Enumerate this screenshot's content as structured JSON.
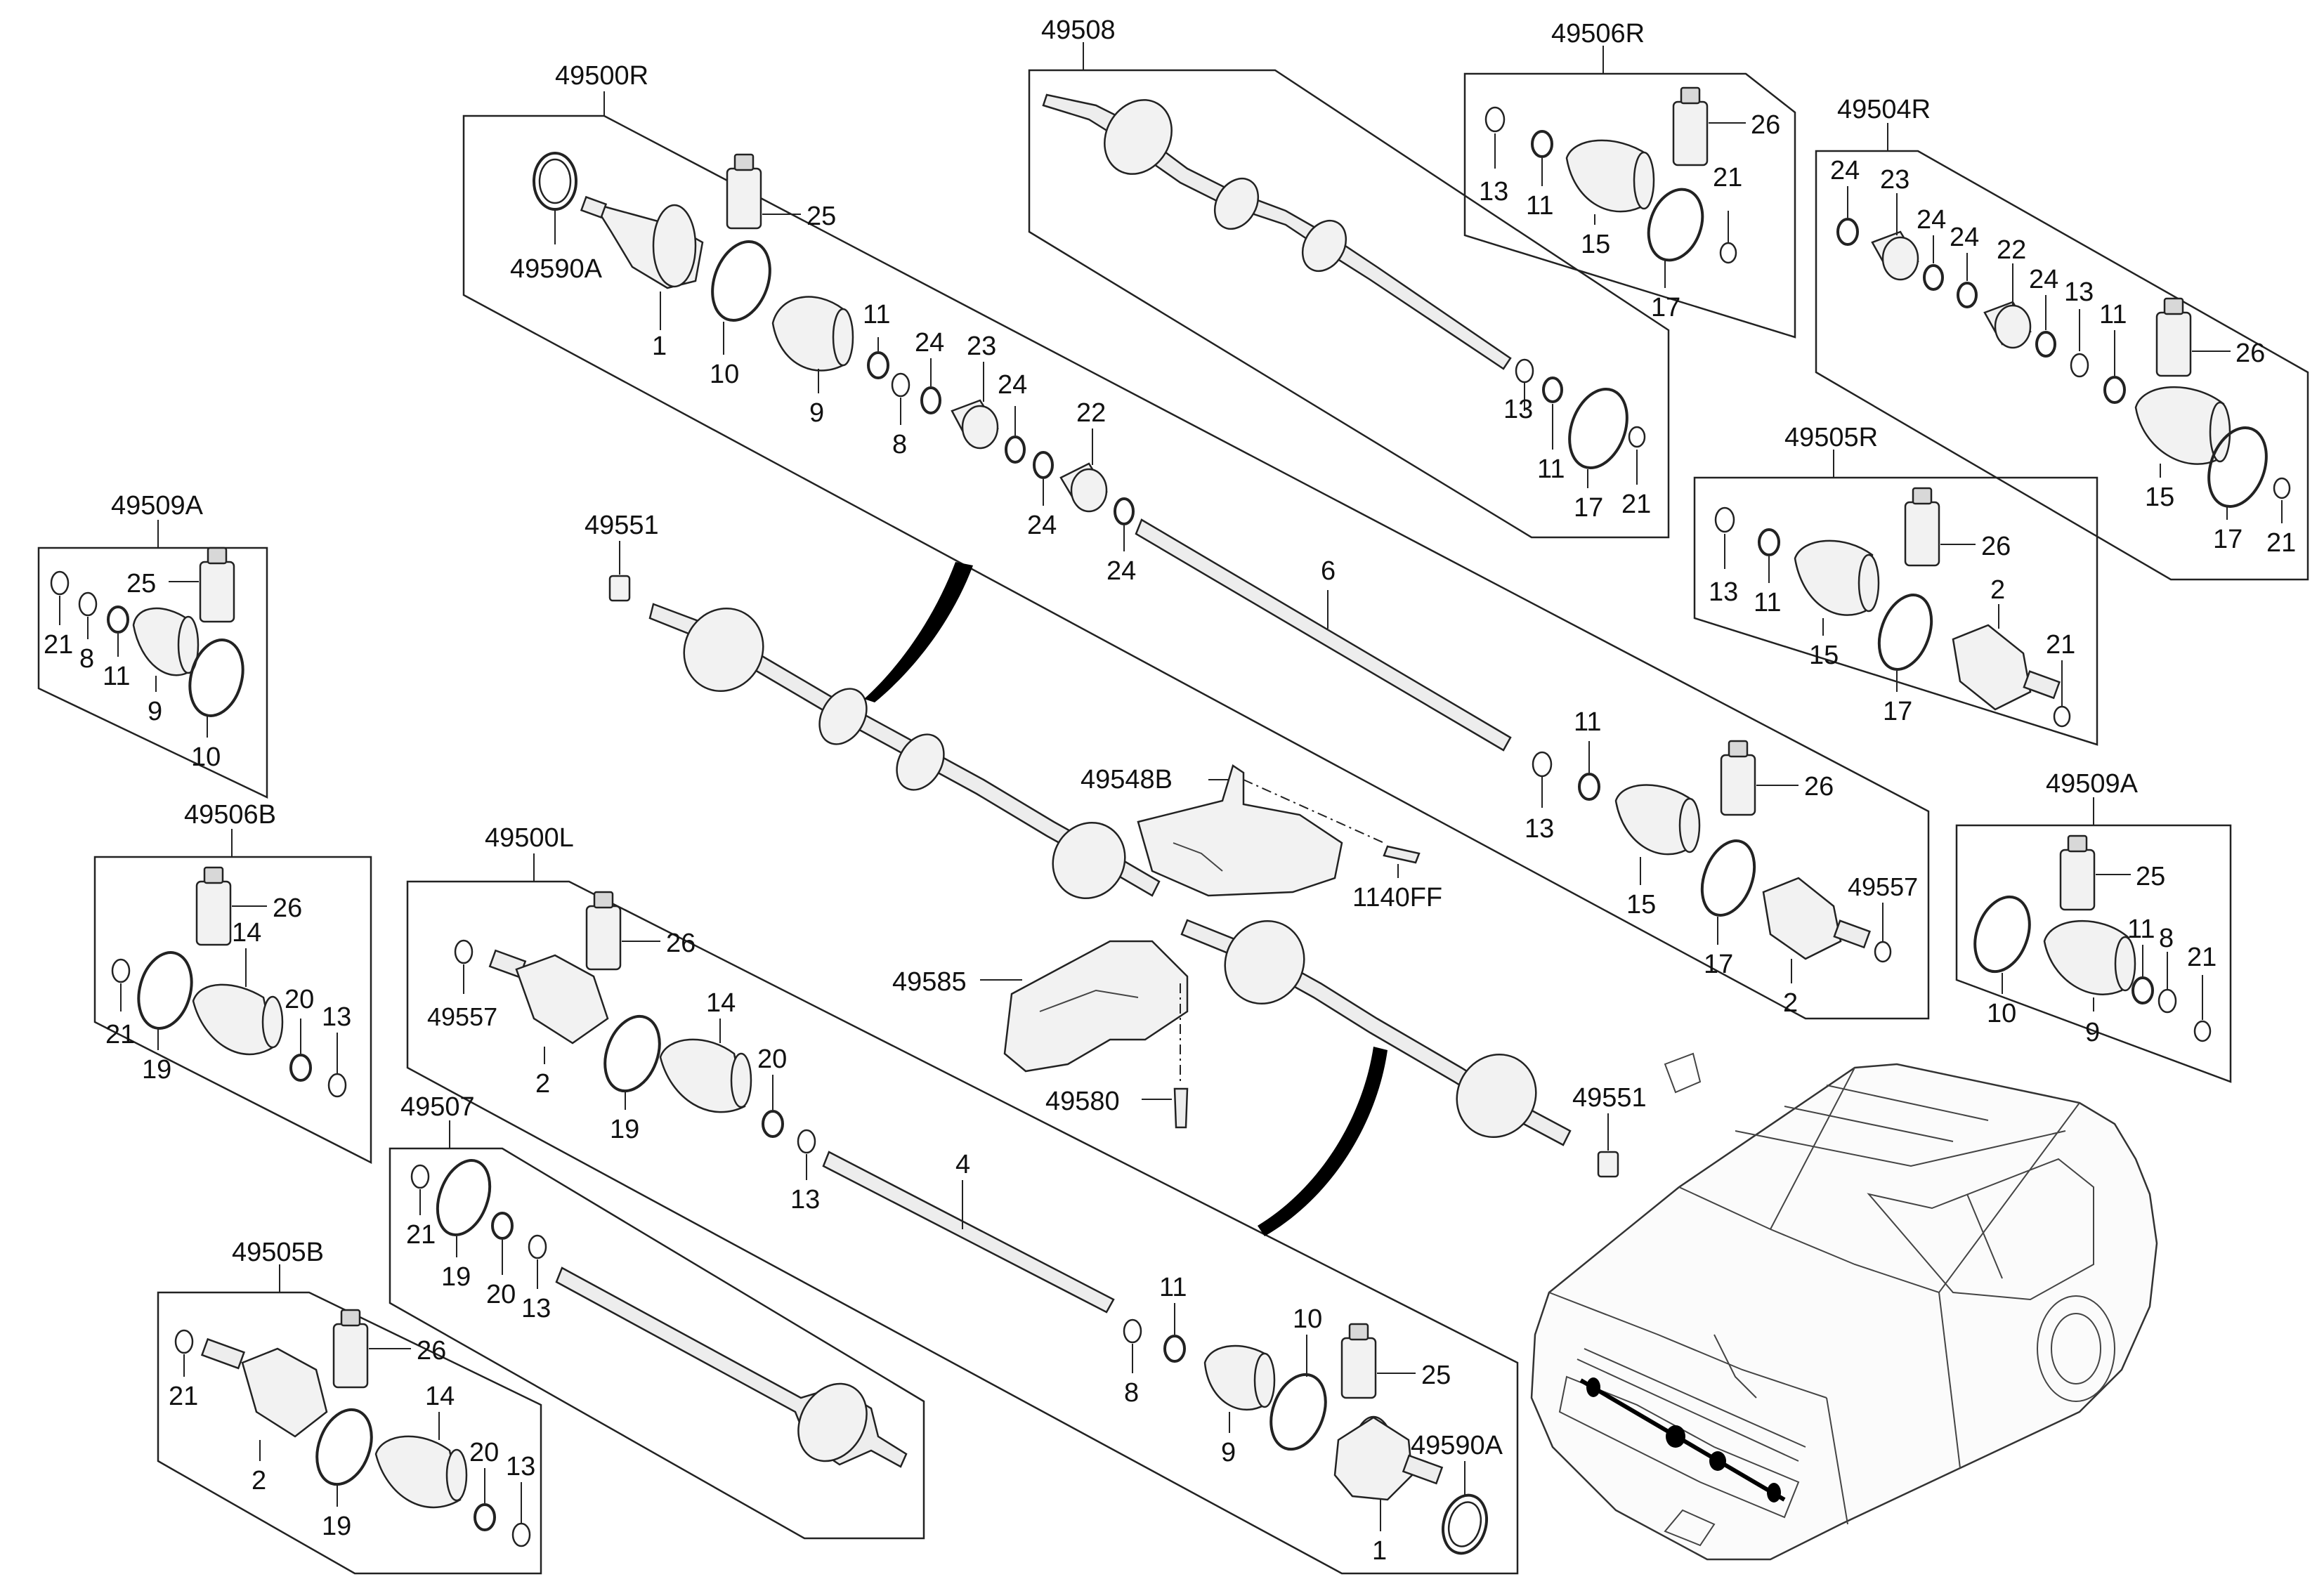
{
  "diagram": {
    "groups": {
      "g49500R": "49500R",
      "g49508": "49508",
      "g49506R": "49506R",
      "g49504R": "49504R",
      "g49505R": "49505R",
      "g49509A_left": "49509A",
      "g49509A_right": "49509A",
      "g49506B": "49506B",
      "g49500L": "49500L",
      "g49507": "49507",
      "g49505B": "49505B"
    },
    "parts": {
      "p49590A_top": "49590A",
      "p49590A_bottom": "49590A",
      "p49551_top": "49551",
      "p49551_bottom": "49551",
      "p49548B": "49548B",
      "p1140FF": "1140FF",
      "p49585": "49585",
      "p49580": "49580",
      "p49557_right": "49557",
      "p49557_left": "49557"
    },
    "callouts": {
      "n1": "1",
      "n2": "2",
      "n4": "4",
      "n6": "6",
      "n8": "8",
      "n9": "9",
      "n10": "10",
      "n11": "11",
      "n13": "13",
      "n14": "14",
      "n15": "15",
      "n17": "17",
      "n19": "19",
      "n20": "20",
      "n21": "21",
      "n22": "22",
      "n23": "23",
      "n24": "24",
      "n25": "25",
      "n26": "26"
    }
  }
}
